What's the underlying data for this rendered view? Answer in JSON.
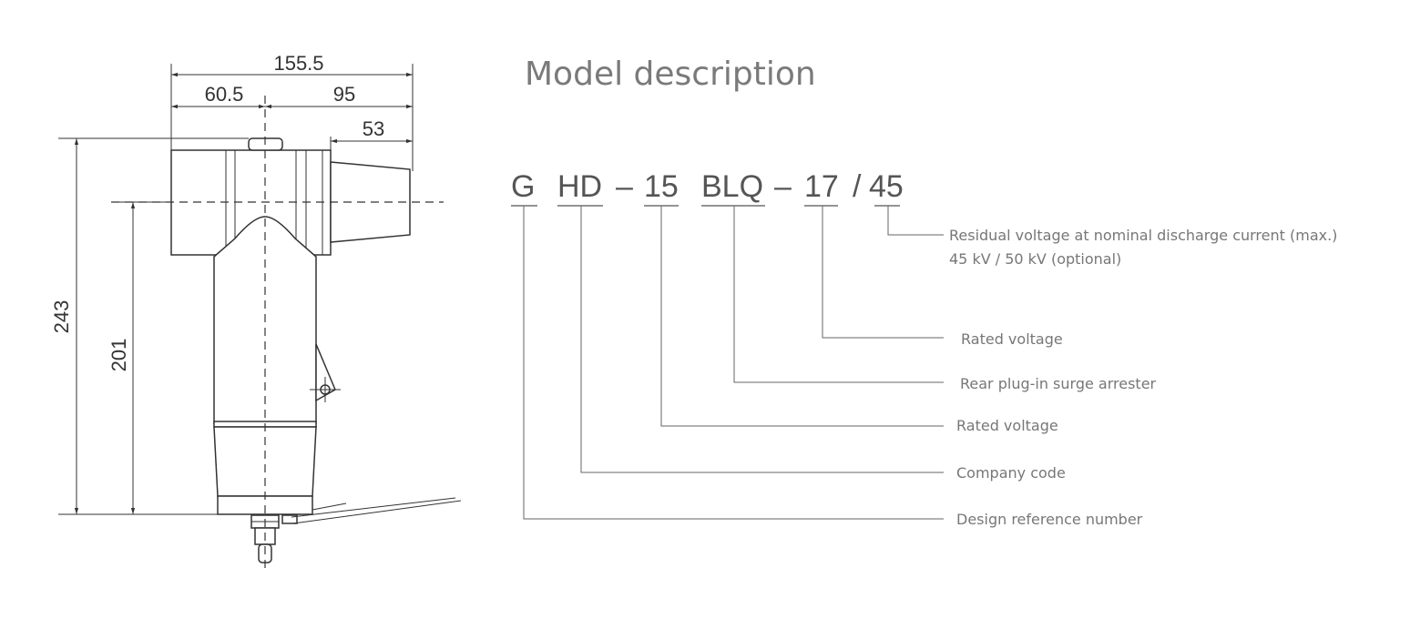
{
  "title": "Model description",
  "drawing": {
    "dimensions": {
      "overall_width": "155.5",
      "left_to_axis": "60.5",
      "axis_to_right": "95",
      "right_cone": "53",
      "overall_height": "243",
      "axis_height": "201"
    }
  },
  "model_code": {
    "segments": [
      {
        "text": "G",
        "description": "Design reference number"
      },
      {
        "text": "HD",
        "description": "Company code"
      },
      {
        "text": "15",
        "description": "Rated voltage"
      },
      {
        "text": "BLQ",
        "description": "Rear plug-in surge arrester"
      },
      {
        "text": "17",
        "description": "Rated voltage"
      },
      {
        "text": "45",
        "description": "Residual voltage at nominal discharge current (max.)",
        "description_line2": "45 kV / 50 kV (optional)"
      }
    ],
    "separators": [
      "–",
      "–",
      "/"
    ]
  }
}
